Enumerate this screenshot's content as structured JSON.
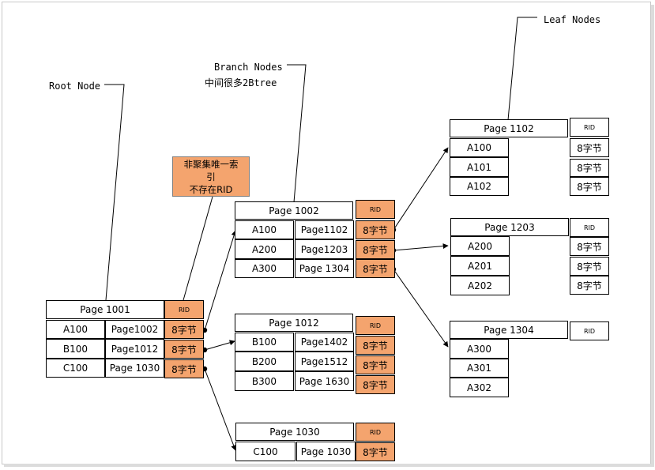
{
  "labels": {
    "root": "Root Node",
    "branch": "Branch Nodes",
    "branch_sub": "中间很多2Btree",
    "leaf": "Leaf Nodes",
    "note_line1": "非聚集唯一索",
    "note_line2": "引",
    "note_line3": "不存在RID"
  },
  "pages": {
    "p1001": {
      "title": "Page 1001",
      "rid": "RID",
      "rows": [
        {
          "key": "A100",
          "ptr": "Page1002",
          "rid": "8字节"
        },
        {
          "key": "B100",
          "ptr": "Page1012",
          "rid": "8字节"
        },
        {
          "key": "C100",
          "ptr": "Page 1030",
          "rid": "8字节"
        }
      ]
    },
    "p1002": {
      "title": "Page 1002",
      "rid": "RID",
      "rows": [
        {
          "key": "A100",
          "ptr": "Page1102",
          "rid": "8字节"
        },
        {
          "key": "A200",
          "ptr": "Page1203",
          "rid": "8字节"
        },
        {
          "key": "A300",
          "ptr": "Page 1304",
          "rid": "8字节"
        }
      ]
    },
    "p1012": {
      "title": "Page 1012",
      "rid": "RID",
      "rows": [
        {
          "key": "B100",
          "ptr": "Page1402",
          "rid": "8字节"
        },
        {
          "key": "B200",
          "ptr": "Page1512",
          "rid": "8字节"
        },
        {
          "key": "B300",
          "ptr": "Page 1630",
          "rid": "8字节"
        }
      ]
    },
    "p1030": {
      "title": "Page 1030",
      "rid": "RID",
      "rows": [
        {
          "key": "C100",
          "ptr": "Page 1030",
          "rid": "8字节"
        }
      ]
    },
    "p1102": {
      "title": "Page 1102",
      "rid": "RID",
      "rows": [
        {
          "key": "A100",
          "rid": "8字节"
        },
        {
          "key": "A101",
          "rid": "8字节"
        },
        {
          "key": "A102",
          "rid": "8字节"
        }
      ]
    },
    "p1203": {
      "title": "Page 1203",
      "rid": "RID",
      "rows": [
        {
          "key": "A200",
          "rid": "8字节"
        },
        {
          "key": "A201",
          "rid": "8字节"
        },
        {
          "key": "A202",
          "rid": "8字节"
        }
      ]
    },
    "p1304": {
      "title": "Page 1304",
      "rid": "RID",
      "rows": [
        {
          "key": "A300"
        },
        {
          "key": "A301"
        },
        {
          "key": "A302"
        }
      ]
    }
  },
  "colors": {
    "rid_fill": "#f4a46e",
    "note_fill": "#f4a46e",
    "border": "#000000"
  }
}
